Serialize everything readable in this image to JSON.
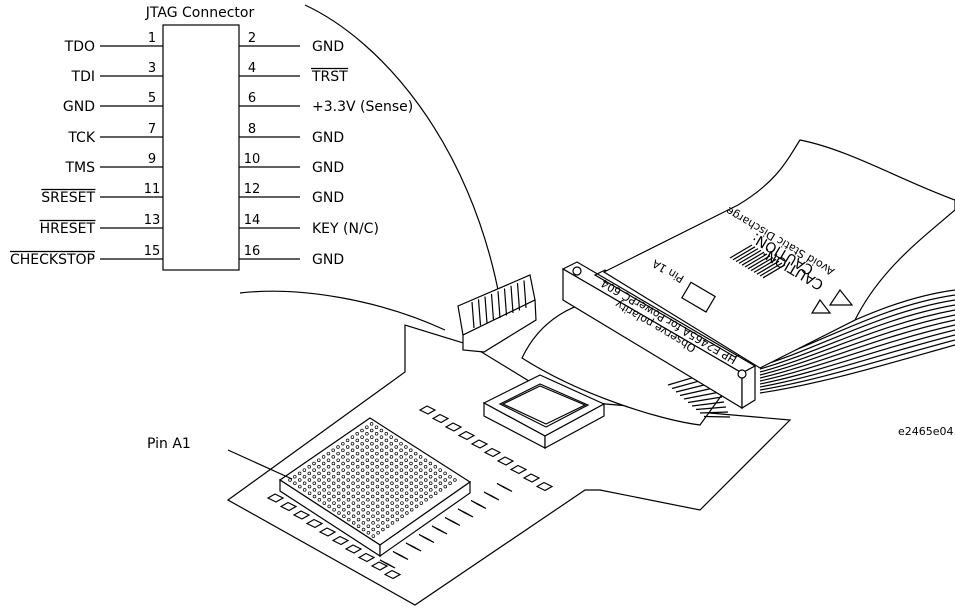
{
  "connector": {
    "title": "JTAG Connector",
    "left_pins": [
      {
        "num": "1",
        "label": "TDO",
        "overbar": false
      },
      {
        "num": "3",
        "label": "TDI",
        "overbar": false
      },
      {
        "num": "5",
        "label": "GND",
        "overbar": false
      },
      {
        "num": "7",
        "label": "TCK",
        "overbar": false
      },
      {
        "num": "9",
        "label": "TMS",
        "overbar": false
      },
      {
        "num": "11",
        "label": "SRESET",
        "overbar": true
      },
      {
        "num": "13",
        "label": "HRESET",
        "overbar": true
      },
      {
        "num": "15",
        "label": "CHECKSTOP",
        "overbar": true
      }
    ],
    "right_pins": [
      {
        "num": "2",
        "label": "GND",
        "overbar": false
      },
      {
        "num": "4",
        "label": "TRST",
        "overbar": true
      },
      {
        "num": "6",
        "label": "+3.3V (Sense)",
        "overbar": false
      },
      {
        "num": "8",
        "label": "GND",
        "overbar": false
      },
      {
        "num": "10",
        "label": "GND",
        "overbar": false
      },
      {
        "num": "12",
        "label": "GND",
        "overbar": false
      },
      {
        "num": "14",
        "label": "KEY (N/C)",
        "overbar": false
      },
      {
        "num": "16",
        "label": "GND",
        "overbar": false
      }
    ]
  },
  "annotations": {
    "pin_a1": "Pin A1",
    "figure_id": "e2465e04"
  },
  "board_text": {
    "probe_label": "HP E2465A for PowerPC 604",
    "probe_sub": "Observe polarity",
    "pin_1a": "Pin 1A",
    "caution1": "CAUTION:",
    "caution2": "CAUTION:",
    "caution_sub": "Avoid Static Discharge"
  }
}
